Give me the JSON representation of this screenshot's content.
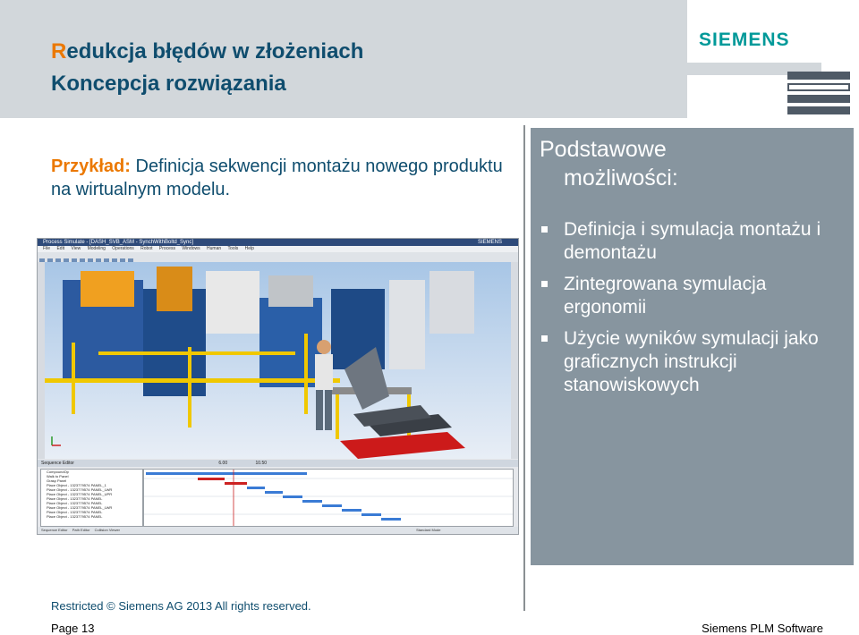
{
  "header": {
    "title_first_letter": "R",
    "title_line1_rest": "edukcja błędów w złożeniach",
    "title_line2": "Koncepcja rozwiązania",
    "logo": "SIEMENS"
  },
  "example": {
    "label": "Przykład:",
    "text": " Definicja sekwencji montażu nowego produktu na wirtualnym modelu."
  },
  "screenshot": {
    "title": "Process Simulate - [DASH_SVB_ASM - SynchWithBoltd_Sync]",
    "brand": "SIEMENS",
    "menu": [
      "File",
      "Edit",
      "View",
      "Modeling",
      "Operations",
      "Robot",
      "Process",
      "Windows",
      "Human",
      "Tools",
      "Help"
    ],
    "sequence_editor_label": "Sequence Editor",
    "time1": "6.00",
    "time2": "10.50",
    "tree_items": [
      "CompoundOp",
      "Walk to Panel",
      "Grasp Panel",
      "Place Object - 1323779574 PANEL_1",
      "Place Object - 1323779574 PANEL_LWR",
      "Place Object - 1323779574 PANEL_UPR",
      "Place Object - 1323779574 PANEL",
      "Place Object - 1323779574 PANEL",
      "Place Object - 1323779574 PANEL_LWR",
      "Place Object - 1323779574 PANEL",
      "Place Object - 1323779574 PANEL"
    ],
    "status_tabs": [
      "Sequence Editor",
      "Path Editor",
      "Collision Viewer"
    ],
    "status_right": "Standard Mode"
  },
  "panel": {
    "heading_line1": "Podstawowe",
    "heading_line2": "możliwości:",
    "bullets": [
      "Definicja i symulacja montażu i demontażu",
      "Zintegrowana symulacja ergonomii",
      "Użycie wyników symulacji jako graficznych instrukcji stanowiskowych"
    ]
  },
  "footer": {
    "restricted": "Restricted © Siemens AG 2013 All rights reserved.",
    "page": "Page 13",
    "company": "Siemens PLM Software"
  },
  "colors": {
    "title_blue": "#0f4d6e",
    "accent_orange": "#eb7800",
    "panel_gray": "#87959f",
    "siemens_teal": "#009999"
  }
}
